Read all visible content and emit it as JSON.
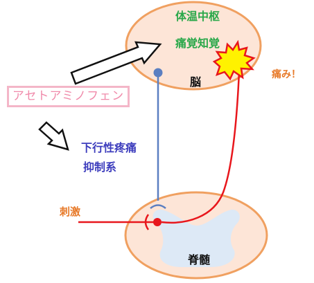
{
  "brain": {
    "label": "脳",
    "center_line1": "体温中枢",
    "center_line2": "痛覚知覚"
  },
  "spinal_cord": {
    "label": "脊髄"
  },
  "drug": {
    "name": "アセトアミノフェン"
  },
  "descending": {
    "line1": "下行性疼痛",
    "line2": "抑制系"
  },
  "stimulus": {
    "label": "刺激"
  },
  "pain": {
    "label": "痛み！"
  },
  "colors": {
    "ellipse_fill": "#fde5d7",
    "ellipse_stroke": "#f0a060",
    "center_text": "#2aa84a",
    "descending_text": "#3d3dbd",
    "pathway_blue": "#5b7fc1",
    "pain_pathway_red": "#e8161c",
    "warning_orange": "#e77928",
    "drug_text": "#f08aaa",
    "drug_border": "#f4b6c8",
    "burst_fill": "#fff200",
    "burst_stroke": "#e8161c"
  },
  "icons": {
    "arrow_to_brain": "block-arrow-right-up",
    "arrow_to_descending": "block-arrow-right-down",
    "pain_burst": "explosion-burst",
    "synapse": "synapse-cup"
  }
}
